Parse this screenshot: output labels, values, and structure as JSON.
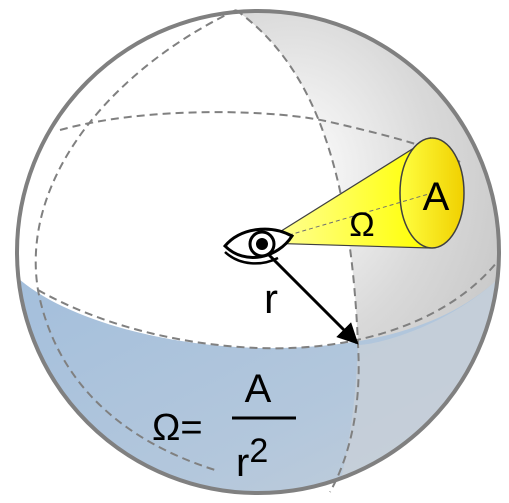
{
  "labels": {
    "area": "A",
    "solid_angle": "Ω",
    "radius": "r",
    "formula_lhs": "Ω=",
    "formula_numerator": "A",
    "formula_denominator_base": "r",
    "formula_denominator_exponent": "2"
  },
  "colors": {
    "sphere_outline": "#808080",
    "sphere_shade_right": "#c8c8c8",
    "sphere_shade_bottom": "#a9c3dc",
    "cone_fill": "#ffff00",
    "dashed_lines": "#808080",
    "radius_arrow": "#000000"
  },
  "icons": {
    "observer": "eye-icon"
  }
}
